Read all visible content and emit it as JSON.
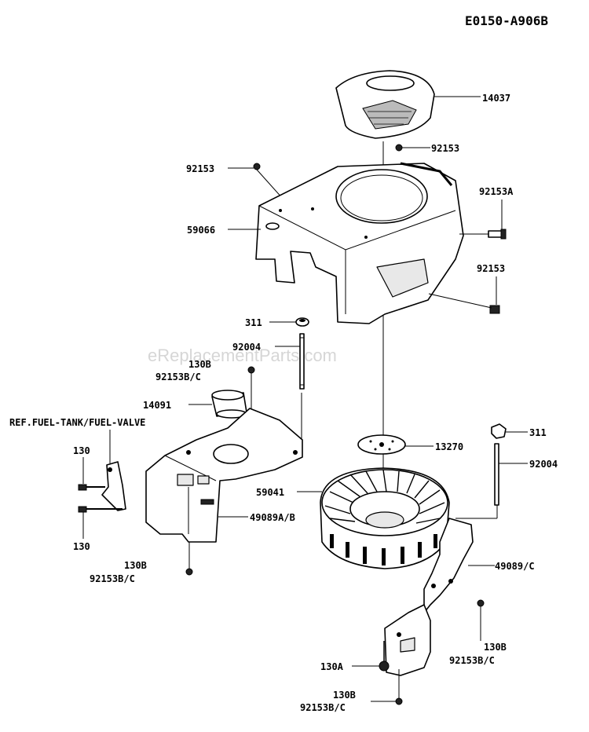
{
  "diagram_code": "E0150-A906B",
  "watermark": "eReplacementParts.com",
  "labels": {
    "p14037": "14037",
    "p92153_top": "92153",
    "p92153_left": "92153",
    "p92153A": "92153A",
    "p59066": "59066",
    "p92153_right": "92153",
    "p311_left": "311",
    "p92004_left": "92004",
    "p130B_upper": "130B",
    "p92153BC_upper": "92153B/C",
    "p14091": "14091",
    "ref_fuel": "REF.FUEL-TANK/FUEL-VALVE",
    "p130_top": "130",
    "p130_bottom": "130",
    "p49089AB": "49089A/B",
    "p130B_left": "130B",
    "p92153BC_left": "92153B/C",
    "p13270": "13270",
    "p311_right": "311",
    "p92004_right": "92004",
    "p59041": "59041",
    "p49089C": "49089/C",
    "p130B_right": "130B",
    "p92153BC_right": "92153B/C",
    "p130A": "130A",
    "p130B_bottom": "130B",
    "p92153BC_bottom": "92153B/C"
  }
}
